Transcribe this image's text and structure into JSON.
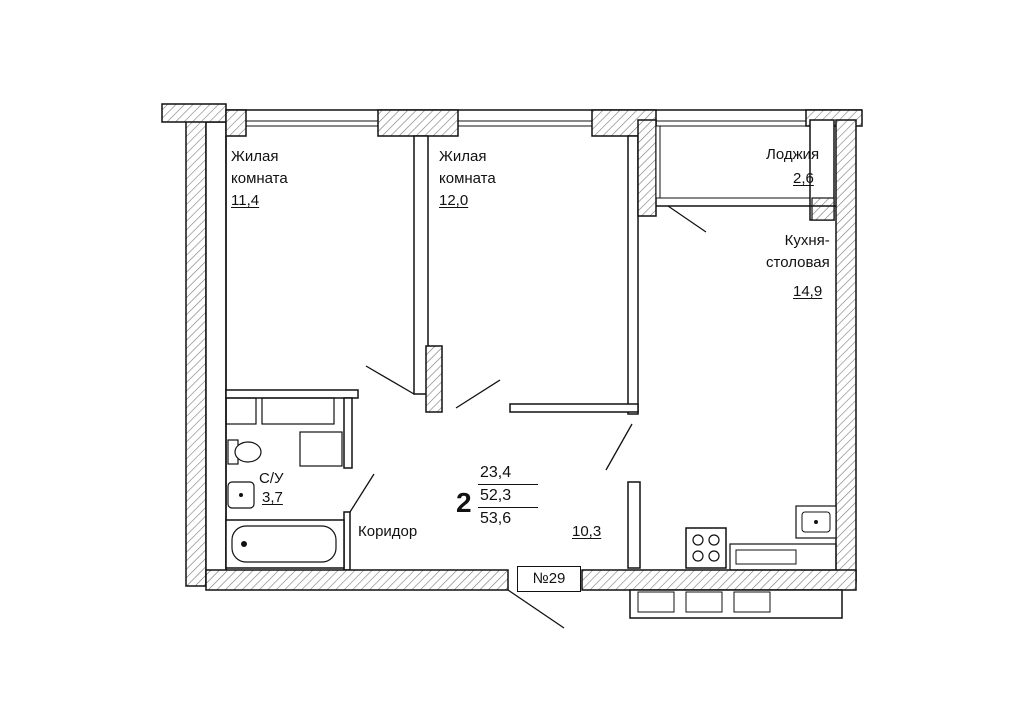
{
  "rooms": {
    "living1": {
      "name_line1": "Жилая",
      "name_line2": "комната",
      "area": "11,4"
    },
    "living2": {
      "name_line1": "Жилая",
      "name_line2": "комната",
      "area": "12,0"
    },
    "loggia": {
      "name": "Лоджия",
      "area": "2,6"
    },
    "kitchen": {
      "name_line1": "Кухня-",
      "name_line2": "столовая",
      "area": "14,9"
    },
    "bathroom": {
      "name": "С/У",
      "area": "3,7"
    },
    "corridor": {
      "name": "Коридор",
      "area": "10,3"
    }
  },
  "summary": {
    "rooms_count": "2",
    "living_area": "23,4",
    "total_area": "52,3",
    "total_with_loggia": "53,6"
  },
  "apartment": {
    "number": "№29"
  },
  "colors": {
    "wall": "#1a1a1a",
    "hatch": "#8a8a8a",
    "background": "#ffffff"
  }
}
